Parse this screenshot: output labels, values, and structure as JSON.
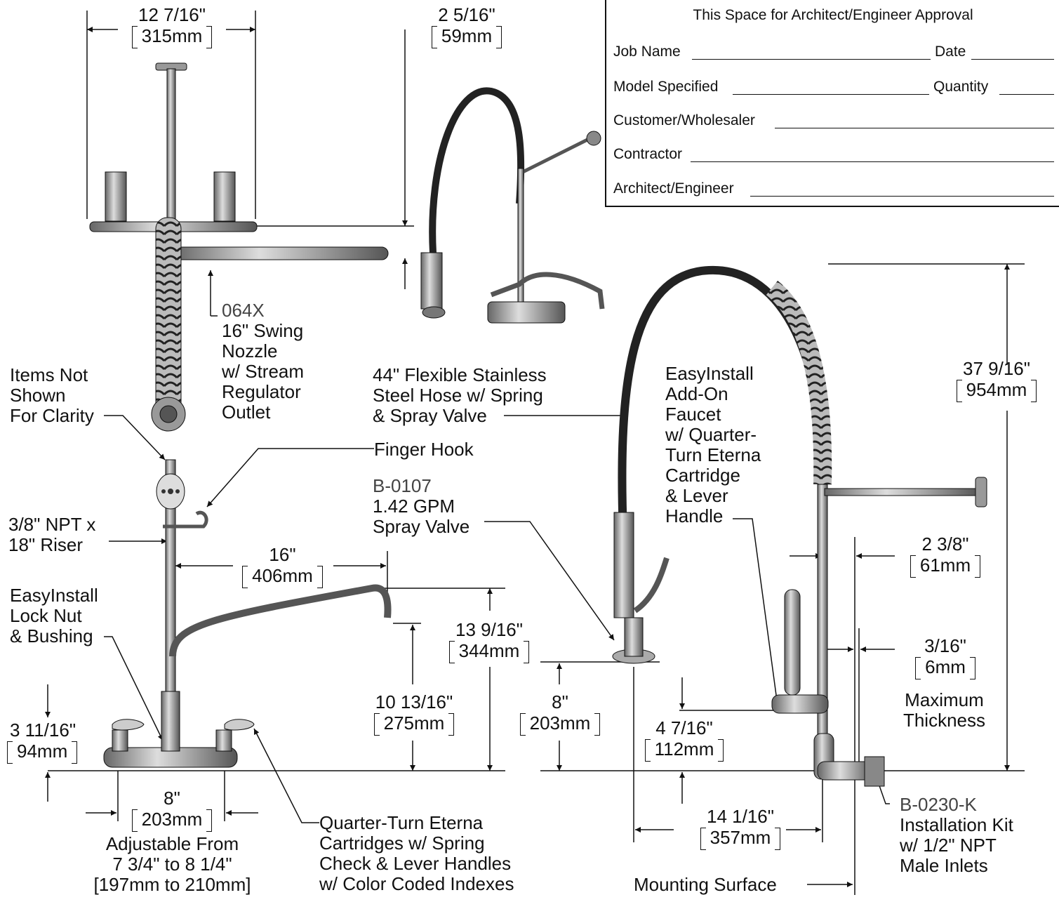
{
  "approval": {
    "header": "This Space for Architect/Engineer Approval",
    "job_name": "Job Name",
    "date": "Date",
    "model_specified": "Model Specified",
    "quantity": "Quantity",
    "customer": "Customer/Wholesaler",
    "contractor": "Contractor",
    "architect": "Architect/Engineer"
  },
  "dims": {
    "width_top": {
      "in": "12 7/16\"",
      "mm": "315mm"
    },
    "top_offset": {
      "in": "2 5/16\"",
      "mm": "59mm"
    },
    "height_total": {
      "in": "37 9/16\"",
      "mm": "954mm"
    },
    "spout_reach": {
      "in": "16\"",
      "mm": "406mm"
    },
    "spout_height": {
      "in": "13 9/16\"",
      "mm": "344mm"
    },
    "spout_outlet": {
      "in": "10 13/16\"",
      "mm": "275mm"
    },
    "valve_height": {
      "in": "8\"",
      "mm": "203mm"
    },
    "handle_height": {
      "in": "3 11/16\"",
      "mm": "94mm"
    },
    "centers": {
      "in": "8\"",
      "mm": "203mm"
    },
    "addon_height": {
      "in": "4 7/16\"",
      "mm": "112mm"
    },
    "projection": {
      "in": "14 1/16\"",
      "mm": "357mm"
    },
    "wall_offset": {
      "in": "2 3/8\"",
      "mm": "61mm"
    },
    "thickness": {
      "in": "3/16\"",
      "mm": "6mm"
    }
  },
  "labels": {
    "swing_nozzle_code": "064X",
    "swing_nozzle": "16\" Swing\nNozzle\nw/ Stream\nRegulator\nOutlet",
    "items_not_shown": "Items Not\nShown\nFor Clarity",
    "finger_hook": "Finger Hook",
    "hose": "44\" Flexible Stainless\nSteel Hose w/ Spring\n& Spray Valve",
    "addon_faucet": "EasyInstall\nAdd-On\nFaucet\nw/ Quarter-\nTurn Eterna\nCartridge\n& Lever\nHandle",
    "spray_valve_code": "B-0107",
    "spray_valve": "1.42 GPM\nSpray Valve",
    "riser": "3/8\" NPT x\n18\" Riser",
    "lock_nut": "EasyInstall\nLock Nut\n& Bushing",
    "adjustable": "Adjustable From\n7 3/4\" to 8 1/4\"\n[197mm to 210mm]",
    "cartridges": "Quarter-Turn Eterna\nCartridges w/ Spring\nCheck & Lever Handles\nw/ Color Coded Indexes",
    "max_thickness": "Maximum\nThickness",
    "kit_code": "B-0230-K",
    "kit": "Installation Kit\nw/ 1/2\" NPT\nMale Inlets",
    "mounting_surface": "Mounting Surface"
  }
}
